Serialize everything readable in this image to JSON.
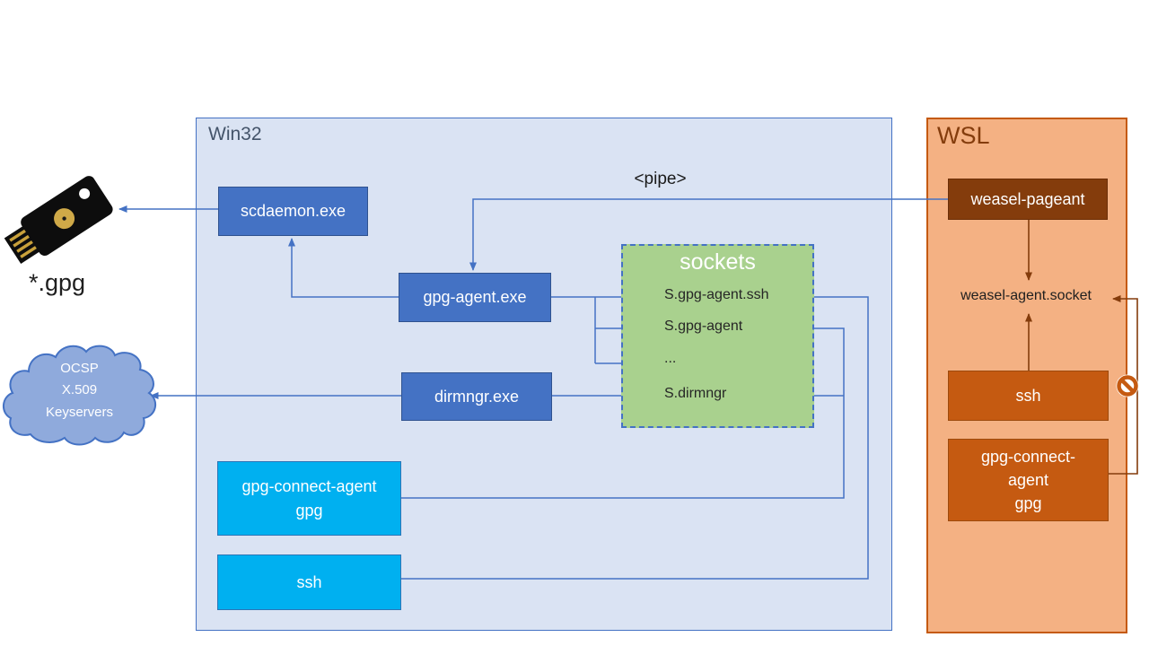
{
  "win32": {
    "label": "Win32",
    "pipe_label": "<pipe>",
    "boxes": {
      "scdaemon": "scdaemon.exe",
      "gpg_agent": "gpg-agent.exe",
      "dirmngr": "dirmngr.exe",
      "gpg_connect_line1": "gpg-connect-agent",
      "gpg_connect_line2": "gpg",
      "ssh": "ssh"
    },
    "sockets": {
      "title": "sockets",
      "items": [
        "S.gpg-agent.ssh",
        "S.gpg-agent",
        "...",
        "S.dirmngr"
      ]
    }
  },
  "wsl": {
    "label": "WSL",
    "boxes": {
      "weasel_pageant": "weasel-pageant",
      "ssh": "ssh",
      "gpg_connect_line1": "gpg-connect-",
      "gpg_connect_line2": "agent",
      "gpg_connect_line3": "gpg"
    },
    "socket_label": "weasel-agent.socket"
  },
  "left_side": {
    "gpg_files_label": "*.gpg",
    "cloud_line1": "OCSP",
    "cloud_line2": "X.509",
    "cloud_line3": "Keyservers"
  },
  "colors": {
    "win32_fill": "#dae3f3",
    "wsl_fill": "#f4b183",
    "blue_box": "#4472c4",
    "cyan_box": "#00b0f0",
    "green_sockets": "#a9d18e",
    "brown_box": "#843c0c",
    "orange_box": "#c55a11",
    "connector_blue": "#4472c4",
    "connector_brown": "#843c0c",
    "cloud_fill": "#8faadc",
    "prohibited_icon": "#c55a11"
  }
}
